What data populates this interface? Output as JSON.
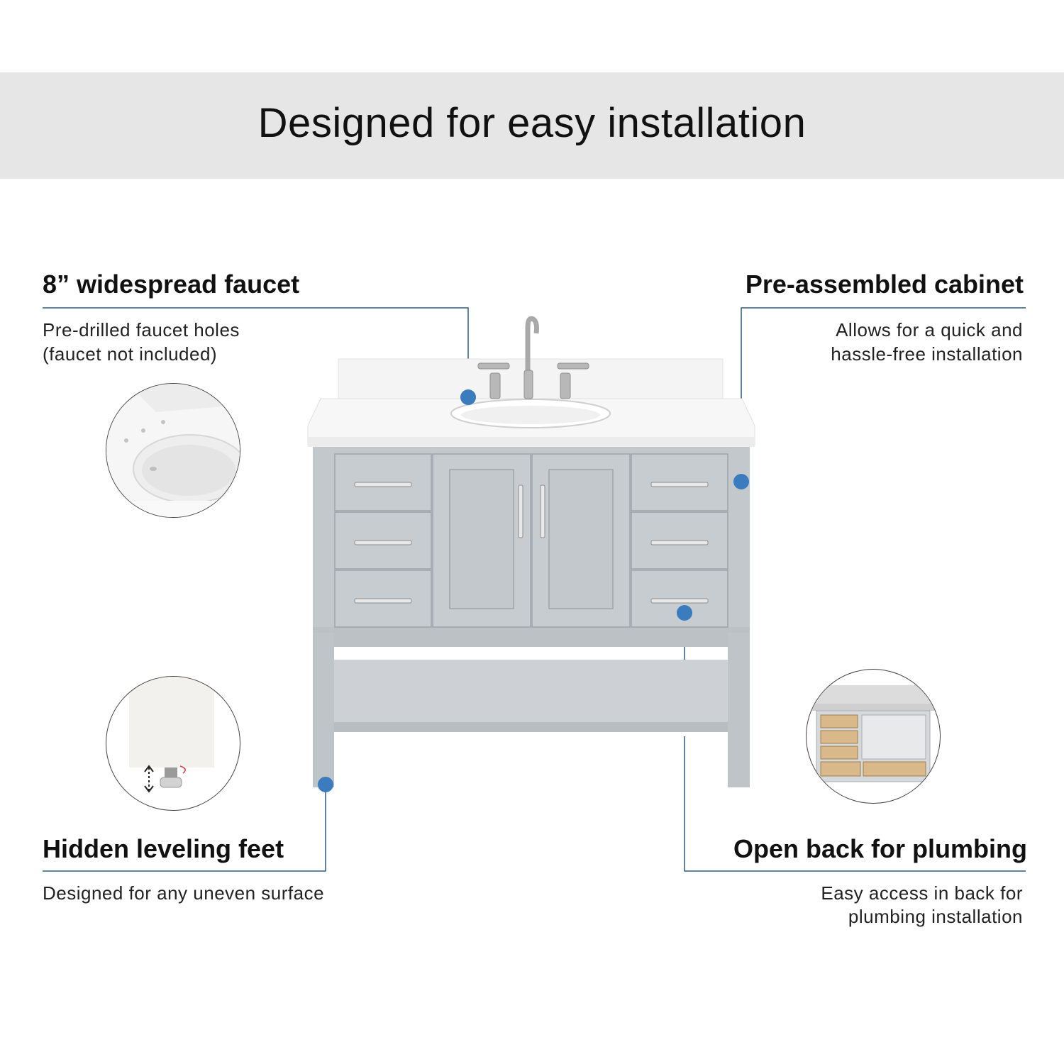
{
  "header": {
    "title": "Designed for easy installation"
  },
  "features": {
    "faucet": {
      "title": "8” widespread faucet",
      "desc_line1": "Pre-drilled faucet holes",
      "desc_line2": "(faucet not included)"
    },
    "cabinet": {
      "title": "Pre-assembled cabinet",
      "desc_line1": "Allows for  a quick and",
      "desc_line2": "hassle-free installation"
    },
    "feet": {
      "title": "Hidden leveling feet",
      "desc_line1": "Designed for any uneven surface"
    },
    "plumbing": {
      "title": "Open back for plumbing",
      "desc_line1": "Easy access in back for",
      "desc_line2": "plumbing installation"
    }
  },
  "colors": {
    "accent_dot": "#3a7cbe",
    "leader_line": "#2f5d7c",
    "banner": "#e6e6e6",
    "cabinet": "#c3c8cd",
    "countertop": "#f7f7f7"
  },
  "icons": [
    "faucet-detail-image",
    "leveling-foot-image",
    "open-back-image",
    "callout-dot-icon",
    "vanity-image"
  ]
}
